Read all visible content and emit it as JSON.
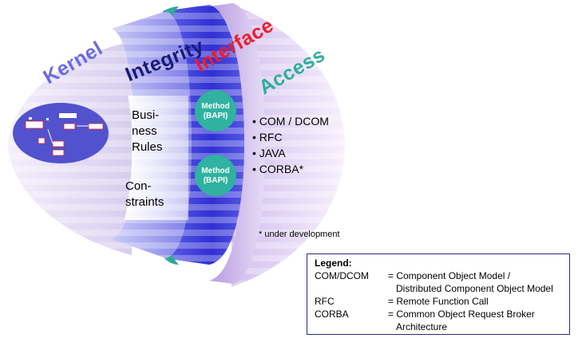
{
  "layers": {
    "kernel": "Kernel",
    "integrity": "Integrity",
    "interface": "Interface",
    "access": "Access"
  },
  "integrity_rules": [
    "Busi-",
    "ness",
    "Rules"
  ],
  "integrity_constraints": [
    "Con-",
    "straints"
  ],
  "methods": [
    {
      "line1": "Method",
      "line2": "(BAPI)"
    },
    {
      "line1": "Method",
      "line2": "(BAPI)"
    }
  ],
  "access_list": [
    "COM / DCOM",
    "RFC",
    "JAVA",
    "CORBA*"
  ],
  "footnote": "* under development",
  "legend": {
    "title": "Legend:",
    "rows": [
      {
        "term": "COM/DCOM",
        "def": "= Component Object Model /"
      },
      {
        "term": "",
        "def": "Distributed Component Object Model"
      },
      {
        "term": "RFC",
        "def": "= Remote Function Call"
      },
      {
        "term": "CORBA",
        "def": "= Common Object Request Broker"
      },
      {
        "term": "",
        "def": "Architecture"
      }
    ]
  },
  "colors": {
    "kernel_text": "#6a6ae0",
    "integrity_text": "#1a1a78",
    "interface_text": "#ee1d2a",
    "access_text": "#2fae9a",
    "method_fill": "#2fb29f",
    "integrity_band": "#8f8fec",
    "interface_band": "#3d3de0",
    "access_band": "#d7c4ef",
    "kernel_core": "#5252cf"
  }
}
